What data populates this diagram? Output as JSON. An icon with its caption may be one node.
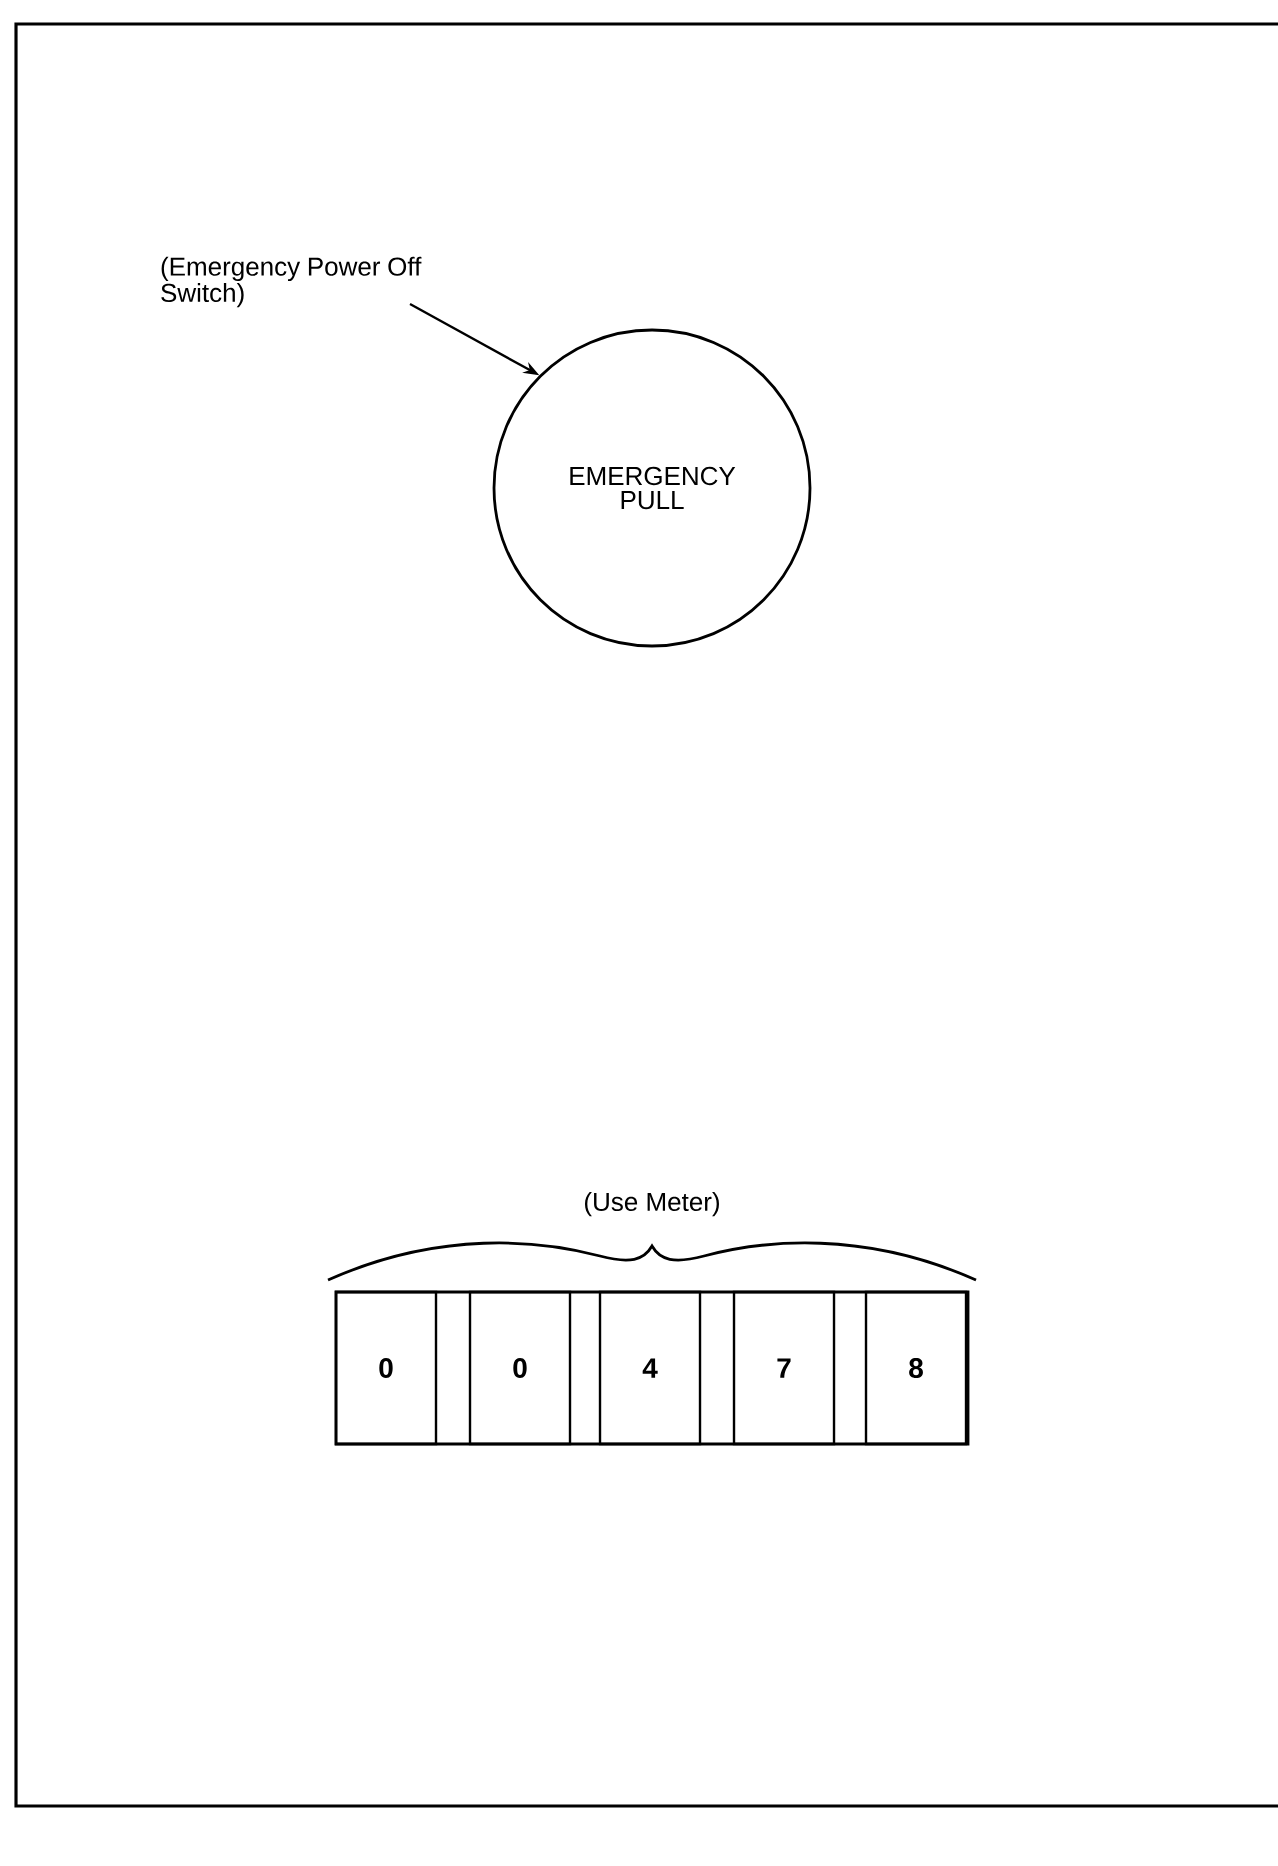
{
  "diagram": {
    "nodes": [
      {
        "text": [
          "(Emergency Power Off Switch)"
        ]
      },
      {
        "text": [
          "EMERGENCY PULL"
        ]
      },
      {
        "text": [
          "(Use Meter)"
        ]
      },
      {
        "text": [
          "0"
        ],
        "in": 2
      },
      {
        "text": [
          "0"
        ],
        "in": 2
      },
      {
        "text": [
          "4"
        ],
        "in": 2
      },
      {
        "text": [
          "7"
        ],
        "in": 2
      },
      {
        "text": [
          "8"
        ],
        "in": 2
      }
    ],
    "edges": [
      {
        "from": 0,
        "to": 1,
        "arrow": "to"
      }
    ]
  }
}
